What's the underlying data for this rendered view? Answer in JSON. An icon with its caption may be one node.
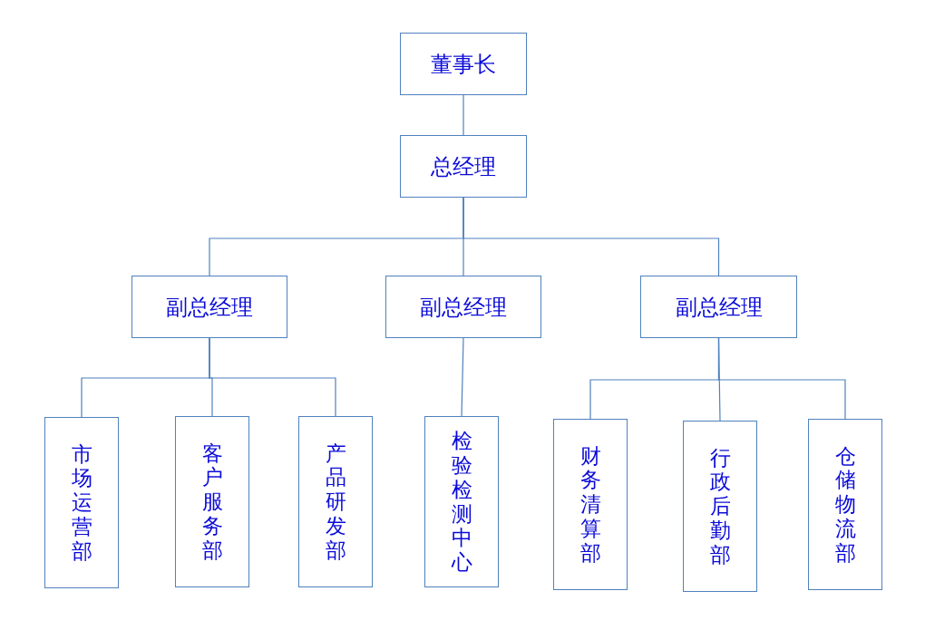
{
  "diagram": {
    "nodes": [
      {
        "text": [
          "董事长"
        ]
      },
      {
        "text": [
          "总经理"
        ]
      },
      {
        "text": [
          "副总经理"
        ]
      },
      {
        "text": [
          "副总经理"
        ]
      },
      {
        "text": [
          "副总经理"
        ]
      },
      {
        "text": [
          "市场运营部"
        ]
      },
      {
        "text": [
          "客户服务部"
        ]
      },
      {
        "text": [
          "产品研发部"
        ]
      },
      {
        "text": [
          "检验检测中心"
        ]
      },
      {
        "text": [
          "财务清算部"
        ]
      },
      {
        "text": [
          "行政后勤部"
        ]
      },
      {
        "text": [
          "仓储物流部"
        ]
      }
    ],
    "edges": [
      {
        "from": 0,
        "to": 1,
        "arrow": "none"
      },
      {
        "from": 1,
        "to": 2,
        "arrow": "none"
      },
      {
        "from": 1,
        "to": 3,
        "arrow": "none"
      },
      {
        "from": 1,
        "to": 4,
        "arrow": "none"
      },
      {
        "from": 2,
        "to": 5,
        "arrow": "none"
      },
      {
        "from": 2,
        "to": 6,
        "arrow": "none"
      },
      {
        "from": 2,
        "to": 7,
        "arrow": "none"
      },
      {
        "from": 3,
        "to": 8,
        "arrow": "none"
      },
      {
        "from": 4,
        "to": 9,
        "arrow": "none"
      },
      {
        "from": 4,
        "to": 10,
        "arrow": "none"
      },
      {
        "from": 4,
        "to": 11,
        "arrow": "none"
      }
    ]
  }
}
